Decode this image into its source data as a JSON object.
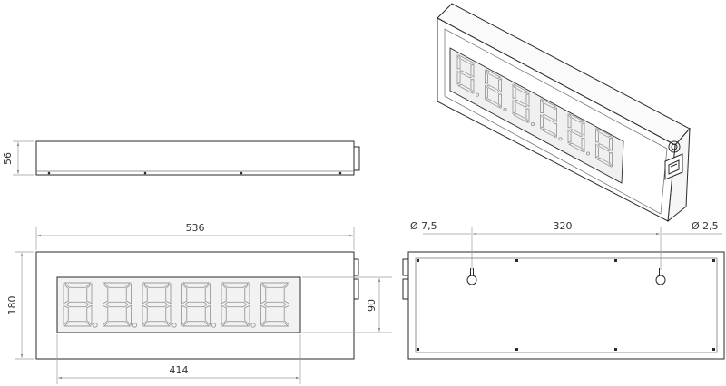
{
  "colors": {
    "line": "#2a2a2a",
    "dimension": "#9a9a9a",
    "face": "#d6d6d6"
  },
  "dimensions": {
    "depth": "56",
    "width": "536",
    "height": "180",
    "digits_width": "414",
    "digits_height": "90",
    "hole_left": "Ø 7,5",
    "hole_spacing": "320",
    "hole_right": "Ø 2,5"
  },
  "digits": {
    "count": 6,
    "glyph": "8"
  }
}
